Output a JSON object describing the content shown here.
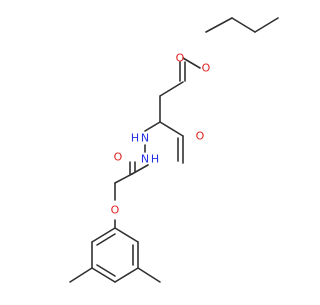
{
  "molecule": {
    "atoms": [
      {
        "id": "o_ester_carbonyl",
        "label": "O",
        "color": "#e02020"
      },
      {
        "id": "o_ester",
        "label": "O",
        "color": "#e02020"
      },
      {
        "id": "n_upper",
        "label": "N",
        "color": "#2030e0"
      },
      {
        "id": "h_upper",
        "label": "H",
        "color": "#2030e0"
      },
      {
        "id": "o_amide_upper",
        "label": "O",
        "color": "#e02020"
      },
      {
        "id": "n_lower",
        "label": "N",
        "color": "#2030e0"
      },
      {
        "id": "h_lower",
        "label": "H",
        "color": "#2030e0"
      },
      {
        "id": "o_amide_lower",
        "label": "O",
        "color": "#e02020"
      },
      {
        "id": "o_ether",
        "label": "O",
        "color": "#e02020"
      }
    ],
    "bond_color": "#303030"
  }
}
